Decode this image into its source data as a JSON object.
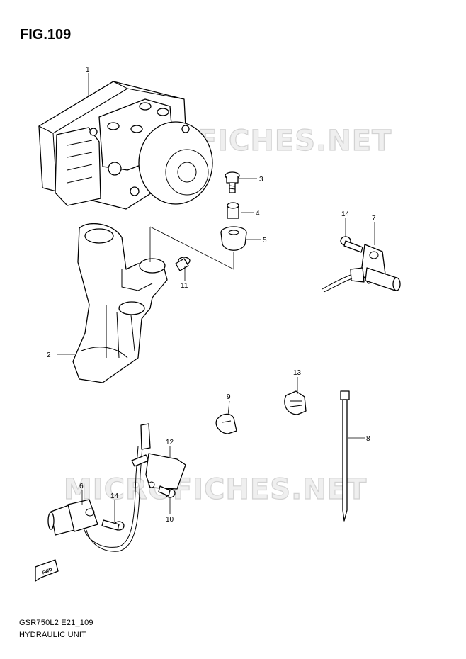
{
  "header": {
    "figure_label": "FIG.109"
  },
  "footer": {
    "model_code": "GSR750L2 E21_109",
    "section_title": "HYDRAULIC UNIT"
  },
  "watermark": {
    "text": "MICROFICHES.NET"
  },
  "callouts": {
    "p1": "1",
    "p2": "2",
    "p3": "3",
    "p4": "4",
    "p5": "5",
    "p6": "6",
    "p7": "7",
    "p8": "8",
    "p9": "9",
    "p10": "10",
    "p11": "11",
    "p12": "12",
    "p13": "13",
    "p14a": "14",
    "p14b": "14"
  },
  "direction_marker": {
    "text": "FWD"
  }
}
